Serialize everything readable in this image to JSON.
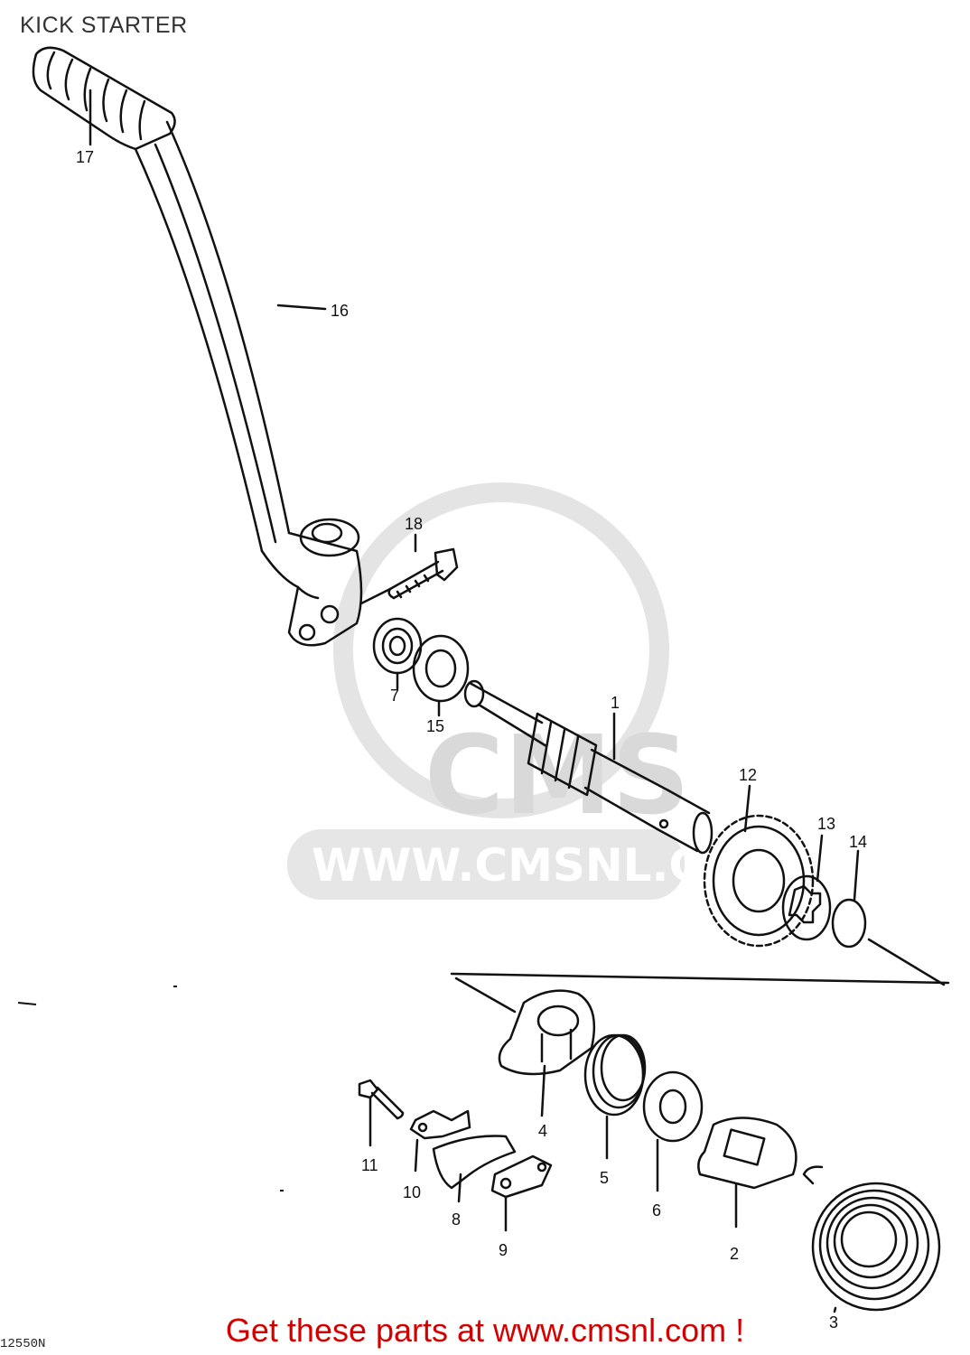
{
  "diagram": {
    "title": "KICK STARTER",
    "watermark_text": "WWW.CMSNL.COM",
    "watermark_logo": "CMS",
    "call_to_action": "Get these parts at www.cmsnl.com !",
    "corner_code": "12550N",
    "part_numbers": {
      "p1": "1",
      "p2": "2",
      "p3": "3",
      "p4": "4",
      "p5": "5",
      "p6": "6",
      "p7": "7",
      "p8": "8",
      "p9": "9",
      "p10": "10",
      "p11": "11",
      "p12": "12",
      "p13": "13",
      "p14": "14",
      "p15": "15",
      "p16": "16",
      "p17": "17",
      "p18": "18"
    }
  },
  "colors": {
    "line": "#111111",
    "watermark": "#d9d9d9",
    "cta": "#d40000"
  }
}
